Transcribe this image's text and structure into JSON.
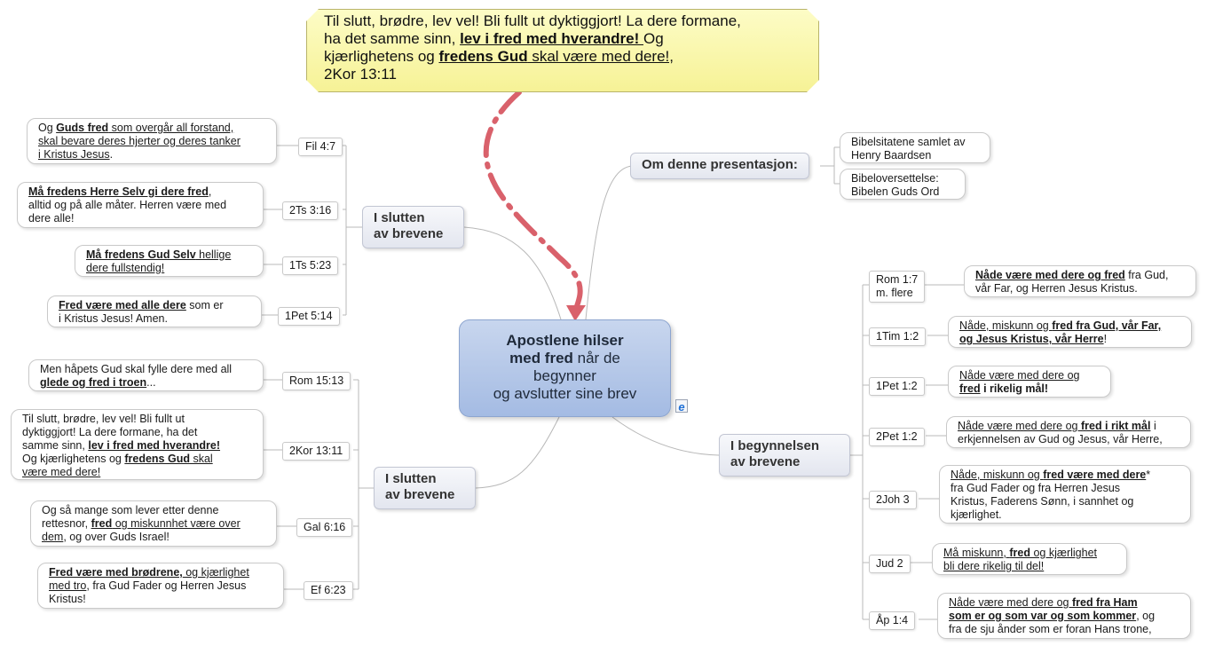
{
  "callout": {
    "l1": "Til slutt, brødre, lev vel! Bli fullt ut dyktiggjort! La dere formane,",
    "l2a": "ha det samme sinn, ",
    "l2b": "lev i fred med hverandre! ",
    "l2c": "Og",
    "l3a": "kjærlighetens og ",
    "l3b": "fredens Gud",
    "l3c": " skal være med dere!,",
    "l4": "2Kor 13:11"
  },
  "central": {
    "l1": "Apostlene hilser",
    "l2a": "med fred",
    "l2b": " når de",
    "l3": "begynner",
    "l4": "og avslutter sine brev"
  },
  "about": {
    "label": "Om denne presentasjon:",
    "n1": {
      "l1": "Bibelsitatene samlet av",
      "l2": "Henry Baardsen"
    },
    "n2": {
      "l1": "Bibeloversettelse:",
      "l2": "Bibelen Guds Ord"
    }
  },
  "end_upper": {
    "l1": "I slutten",
    "l2": "av brevene",
    "fil": {
      "ref": "Fil 4:7",
      "a": "Og ",
      "b": "Guds fred",
      "c": " som overgår all forstand,",
      "d": "skal bevare deres hjerter og deres tanker",
      "e": "i Kristus Jesus",
      "f": "."
    },
    "ts2": {
      "ref": "2Ts 3:16",
      "a": "Må fredens Herre Selv gi dere fred",
      "b": ",",
      "c": "alltid og på alle måter. Herren være med",
      "d": "dere alle!"
    },
    "ts1": {
      "ref": "1Ts 5:23",
      "a": "Må fredens Gud Selv",
      "b": " hellige",
      "c": "dere fullstendig!"
    },
    "pet": {
      "ref": "1Pet 5:14",
      "a": "Fred være med alle dere",
      "b": " som er",
      "c": "i Kristus Jesus! Amen."
    }
  },
  "end_lower": {
    "l1": "I slutten",
    "l2": "av brevene",
    "rom": {
      "ref": "Rom 15:13",
      "a": "Men håpets Gud skal fylle dere med all",
      "b": "glede og fred i troen",
      "c": "..."
    },
    "kor": {
      "ref": "2Kor 13:11",
      "a": "Til slutt, brødre, lev vel! Bli fullt ut",
      "b": "dyktiggjort! La dere formane, ha det",
      "c": "samme sinn, ",
      "d": "lev i fred med hverandre!",
      "e": "Og kjærlighetens og ",
      "f": "fredens Gud",
      "g": " skal",
      "h": "være med dere!"
    },
    "gal": {
      "ref": "Gal 6:16",
      "a": "Og så mange som lever etter denne",
      "b": "rettesnor, ",
      "c": "fred",
      "d": " og miskunnhet være over",
      "e": "dem",
      "f": ", og over Guds Israel!"
    },
    "ef": {
      "ref": "Ef 6:23",
      "a": "Fred være med brødrene,",
      "b": " og kjærlighet",
      "c": "med tro",
      "d": ", fra Gud Fader og Herren Jesus",
      "e": "Kristus!"
    }
  },
  "begin": {
    "l1": "I begynnelsen",
    "l2": "av brevene",
    "rom": {
      "ref1": "Rom 1:7",
      "ref2": "m. flere",
      "a": "Nåde være med dere og fred",
      "b": " fra Gud,",
      "c": "vår Far, og Herren Jesus Kristus."
    },
    "tim": {
      "ref": "1Tim 1:2",
      "a": "Nåde, miskunn og ",
      "b": "fred fra Gud, vår Far,",
      "c": "og Jesus Kristus, vår Herre",
      "d": "!"
    },
    "pet1": {
      "ref": "1Pet 1:2",
      "a": "Nåde være med dere og",
      "b": "fred",
      "c": " i rikelig mål!"
    },
    "pet2": {
      "ref": "2Pet 1:2",
      "a": "Nåde være med dere og ",
      "b": "fred i rikt mål",
      "c": " i",
      "d": "erkjennelsen av Gud og Jesus, vår Herre,"
    },
    "joh": {
      "ref": "2Joh 3",
      "a": "Nåde, miskunn og ",
      "b": "fred være med dere",
      "c": "*",
      "d": "fra Gud Fader og fra Herren Jesus",
      "e": "Kristus, Faderens Sønn, i sannhet og",
      "f": "kjærlighet."
    },
    "jud": {
      "ref": "Jud 2",
      "a": "Må miskunn, ",
      "b": "fred",
      "c": " og kjærlighet",
      "d": "bli dere rikelig til del!"
    },
    "ap": {
      "ref": "Åp 1:4",
      "a": "Nåde være med dere og ",
      "b": "fred fra Ham",
      "c": "som er og som var og som kommer",
      "d": ", og",
      "e": "fra de sju ånder som er foran Hans trone,"
    }
  },
  "colors": {
    "callout_fill": "#f6f296",
    "central_fill": "#a4bbe3",
    "arrow": "#d9616b",
    "connector": "#b8b8b8"
  },
  "icons": {
    "link": "ie-icon"
  }
}
